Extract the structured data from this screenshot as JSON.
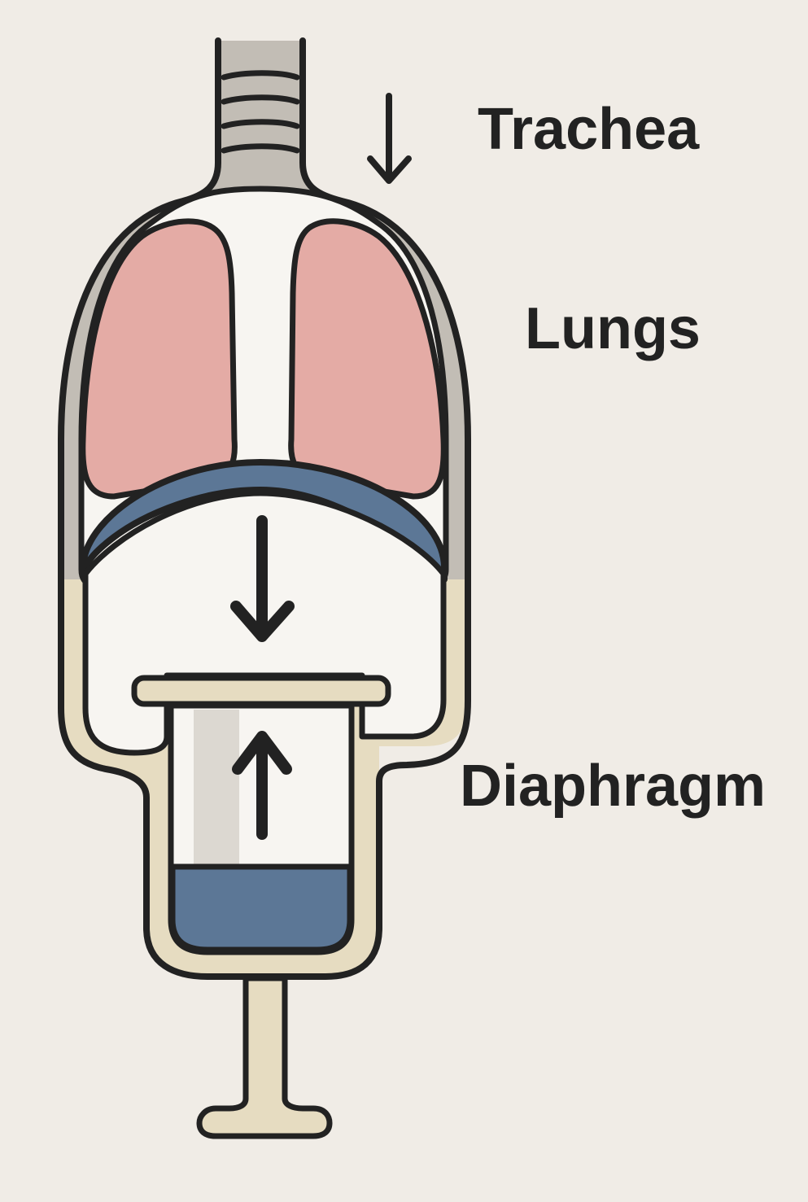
{
  "labels": {
    "trachea": "Trachea",
    "lungs": "Lungs",
    "diaphragm": "Diaphragm"
  },
  "colors": {
    "background": "#f0ece6",
    "outline": "#222222",
    "grey_casing": "#c2bdb5",
    "tan_casing": "#e6dcc1",
    "lung_pink": "#e4aba5",
    "diaphragm_blue": "#5c7796",
    "interior_white": "#f7f5f1"
  }
}
